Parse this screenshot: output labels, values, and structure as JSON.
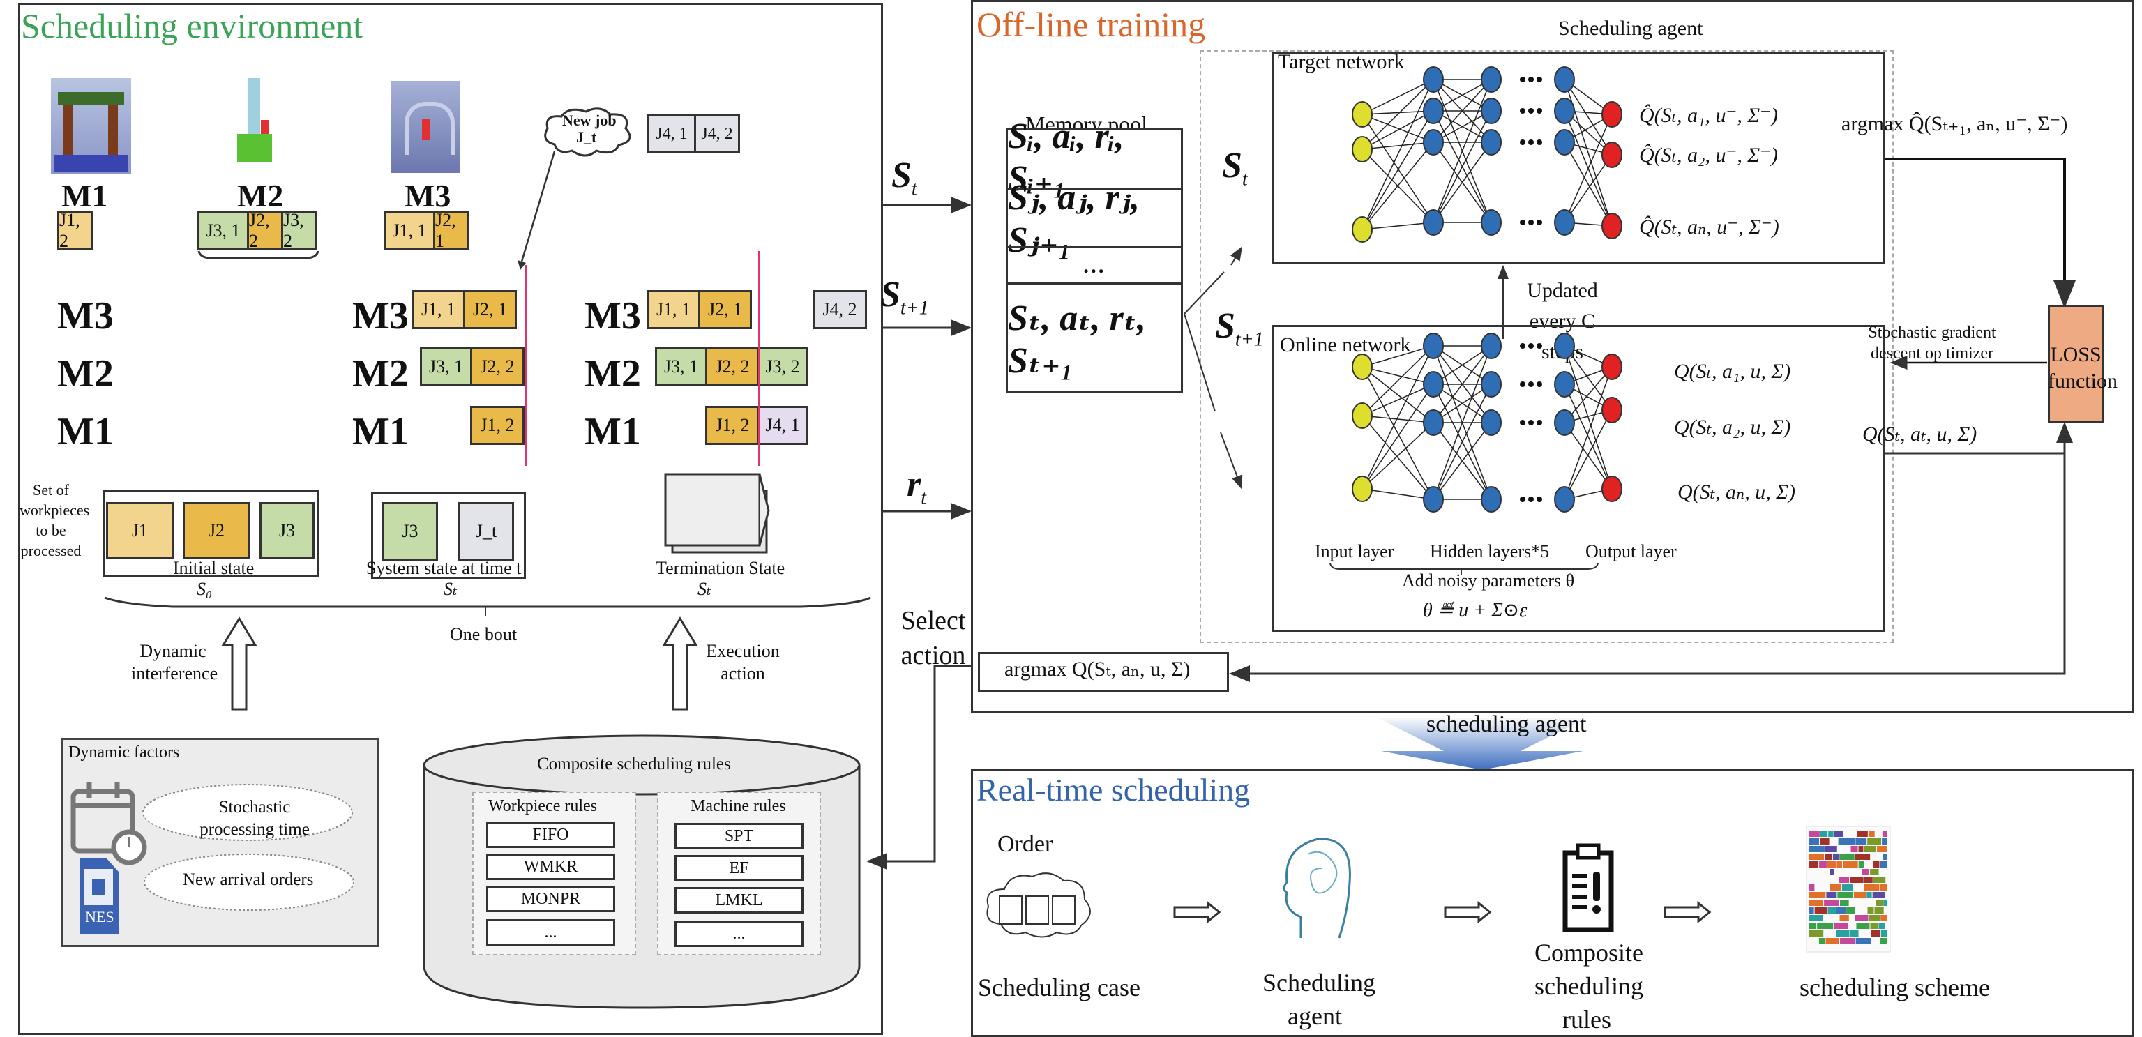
{
  "colors": {
    "env_title": "#3aa356",
    "offline_title": "#d9662a",
    "realtime_title": "#3565a8",
    "job_j1": "#f3d48c",
    "job_j2": "#e9b949",
    "job_j3": "#c5dca9",
    "job_j4": "#e3e3ea",
    "time_line": "#e0336a",
    "input_node": "#dede2f",
    "hidden_node": "#2f6db5",
    "output_node": "#e02222",
    "loss_box": "#eeaa82"
  },
  "scheduling_environment": {
    "title": "Scheduling environment",
    "machines": [
      {
        "label": "M1",
        "queue": [
          {
            "label": "J1, 2",
            "job": "j1"
          }
        ]
      },
      {
        "label": "M2",
        "queue": [
          {
            "label": "J3, 1",
            "job": "j3"
          },
          {
            "label": "J2, 2",
            "job": "j2"
          },
          {
            "label": "J3, 2",
            "job": "j3"
          }
        ]
      },
      {
        "label": "M3",
        "queue": [
          {
            "label": "J1, 1",
            "job": "j1"
          },
          {
            "label": "J2, 1",
            "job": "j2"
          }
        ]
      }
    ],
    "new_job": {
      "cloud_line1": "New job",
      "cloud_line2": "J_t",
      "ops": [
        "J4, 1",
        "J4, 2"
      ]
    },
    "gantt_initial": {
      "rows": [
        "M3",
        "M2",
        "M1"
      ]
    },
    "gantt_time_t": {
      "rows": [
        {
          "label": "M3",
          "ops": [
            "J1, 1",
            "J2, 1"
          ]
        },
        {
          "label": "M2",
          "ops": [
            "J3, 1",
            "J2, 2"
          ]
        },
        {
          "label": "M1",
          "ops": [
            "J1, 2"
          ]
        }
      ]
    },
    "gantt_termination": {
      "rows": [
        {
          "label": "M3",
          "ops": [
            "J1, 1",
            "J2, 1"
          ],
          "pending": "J4, 2"
        },
        {
          "label": "M2",
          "ops": [
            "J3, 1",
            "J2, 2",
            "J3, 2"
          ]
        },
        {
          "label": "M1",
          "ops": [
            "J1, 2",
            "J4, 1"
          ]
        }
      ]
    },
    "workpiece_set_label": "Set of workpieces to be processed",
    "initial_state": {
      "jobs": [
        "J1",
        "J2",
        "J3"
      ],
      "caption": "Initial state",
      "symbol": "S₀"
    },
    "time_t_state": {
      "jobs": [
        "J3",
        "J_t"
      ],
      "caption": "System state at time t",
      "symbol": "Sₜ"
    },
    "termination_state": {
      "caption": "Termination State",
      "symbol": "Sₜ"
    },
    "bout_label": "One bout",
    "dynamic_interference_label": "Dynamic interference",
    "execution_action_label": "Execution action",
    "dynamic_factors": {
      "title": "Dynamic factors",
      "items": [
        "Stochastic processing time",
        "New arrival orders"
      ],
      "file_badge": "NES"
    },
    "composite_rules": {
      "title": "Composite scheduling rules",
      "workpiece_rules": {
        "title": "Workpiece rules",
        "items": [
          "FIFO",
          "WMKR",
          "MONPR",
          "..."
        ]
      },
      "machine_rules": {
        "title": "Machine rules",
        "items": [
          "SPT",
          "EF",
          "LMKL",
          "..."
        ]
      }
    }
  },
  "flow_labels": {
    "state": "S",
    "state_sub": "t",
    "next_state_sub": "t+1",
    "reward": "r",
    "reward_sub": "t",
    "select_action": "Select action"
  },
  "offline_training": {
    "title": "Off-line training",
    "agent_label": "Scheduling agent",
    "memory_pool": {
      "title": "Memory pool",
      "rows": [
        "Sᵢ, aᵢ, rᵢ, Sᵢ₊₁",
        "Sⱼ, aⱼ, rⱼ, Sⱼ₊₁",
        "…",
        "Sₜ, aₜ, rₜ, Sₜ₊₁"
      ]
    },
    "target_network": {
      "title": "Target network",
      "outputs": [
        "Q̂(Sₜ, a₁, u⁻, Σ⁻)",
        "Q̂(Sₜ, a₂, u⁻, Σ⁻)",
        "Q̂(Sₜ, aₙ, u⁻, Σ⁻)"
      ]
    },
    "update_label": "Updated every C steps",
    "online_network": {
      "title": "Online network",
      "outputs": [
        "Q(Sₜ, a₁, u, Σ)",
        "Q(Sₜ, a₂, u, Σ)",
        "Q(Sₜ, aₙ, u, Σ)"
      ],
      "layer_labels": [
        "Input layer",
        "Hidden layers*5",
        "Output layer"
      ],
      "noise_label": "Add noisy parameters θ",
      "noise_formula": "θ ≝ u + Σ⊙ε"
    },
    "target_argmax": "argmax Q̂(Sₜ₊₁, aₙ, u⁻, Σ⁻)",
    "optimizer_label": "Stochastic gradient descent op timizer",
    "loss_label": "LOSS function",
    "online_q_label": "Q(Sₜ, aₜ, u, Σ)",
    "action_argmax": "argmax Q(Sₜ, aₙ, u, Σ)"
  },
  "transfer_label": "scheduling agent",
  "realtime_scheduling": {
    "title": "Real-time scheduling",
    "order_label": "Order",
    "steps": [
      "Scheduling case",
      "Scheduling agent",
      "Composite scheduling rules",
      "scheduling scheme"
    ]
  }
}
